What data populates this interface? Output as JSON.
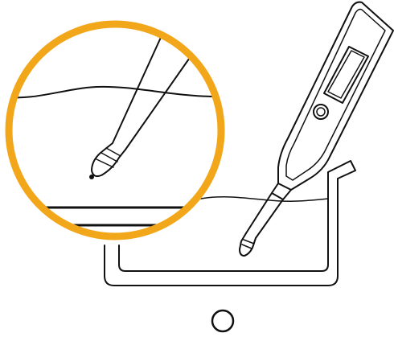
{
  "diagram": {
    "figure_label": "",
    "colors": {
      "line": "#111111",
      "magnifier_ring": "#f2a71b",
      "background": "#ffffff"
    },
    "parts": {
      "container": "pan-outline",
      "liquid": "liquid-surface",
      "thermometer": "digital-probe-thermometer",
      "magnifier": "zoom-circle-on-probe-tip",
      "answer_marker": "empty-circle-option"
    }
  }
}
